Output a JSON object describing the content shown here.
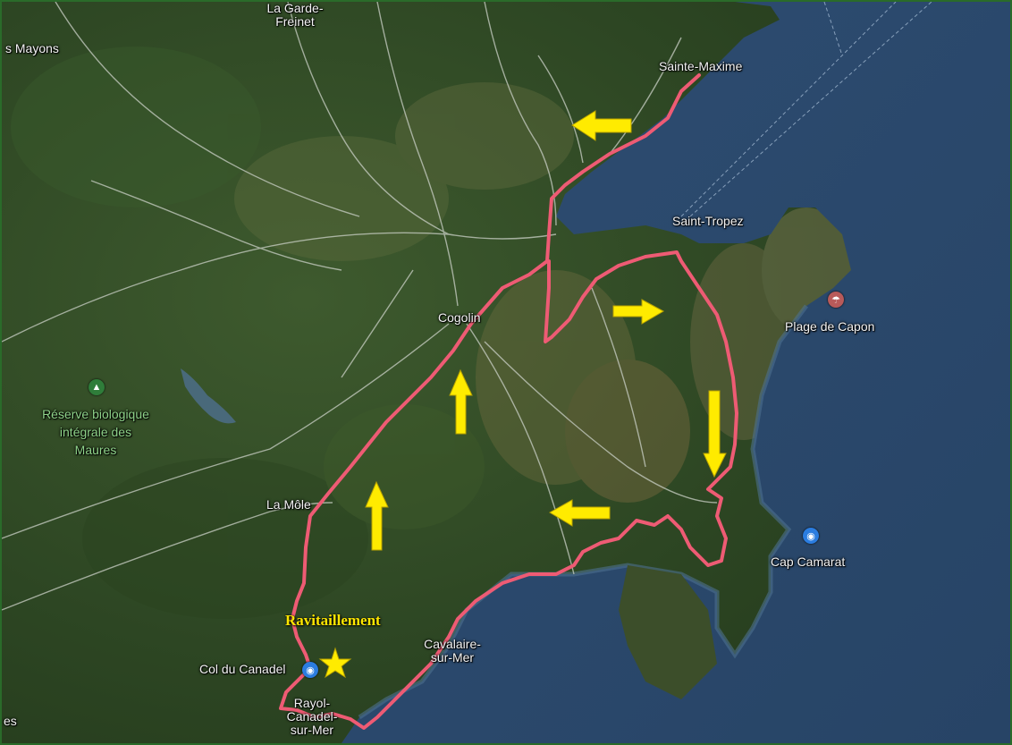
{
  "map": {
    "places": {
      "la_garde_freinet": "La Garde-\nFreinet",
      "les_mayons": "s Mayons",
      "sainte_maxime": "Sainte-Maxime",
      "saint_tropez": "Saint-Tropez",
      "cogolin": "Cogolin",
      "plage_de_capon": "Plage de Capon",
      "reserve": "Réserve biologique\nintégrale des\nMaures",
      "la_mole": "La Môle",
      "cap_camarat": "Cap Camarat",
      "cavalaire": "Cavalaire-\nsur-Mer",
      "col_du_canadel": "Col du Canadel",
      "rayol": "Rayol-Canadel-\nsur-Mer",
      "edge_es": "es"
    },
    "annotation": "Ravitaillement",
    "icons": {
      "park": "tree-icon",
      "beach": "umbrella-icon",
      "landmark": "camera-icon",
      "supply": "star-icon",
      "direction": "arrow-icon"
    },
    "colors": {
      "route": "#ee5b74",
      "arrow": "#ffeb00",
      "sea": "#2c4a6e",
      "land": "#2f4a25",
      "label_poi": "#2b7de0"
    }
  }
}
